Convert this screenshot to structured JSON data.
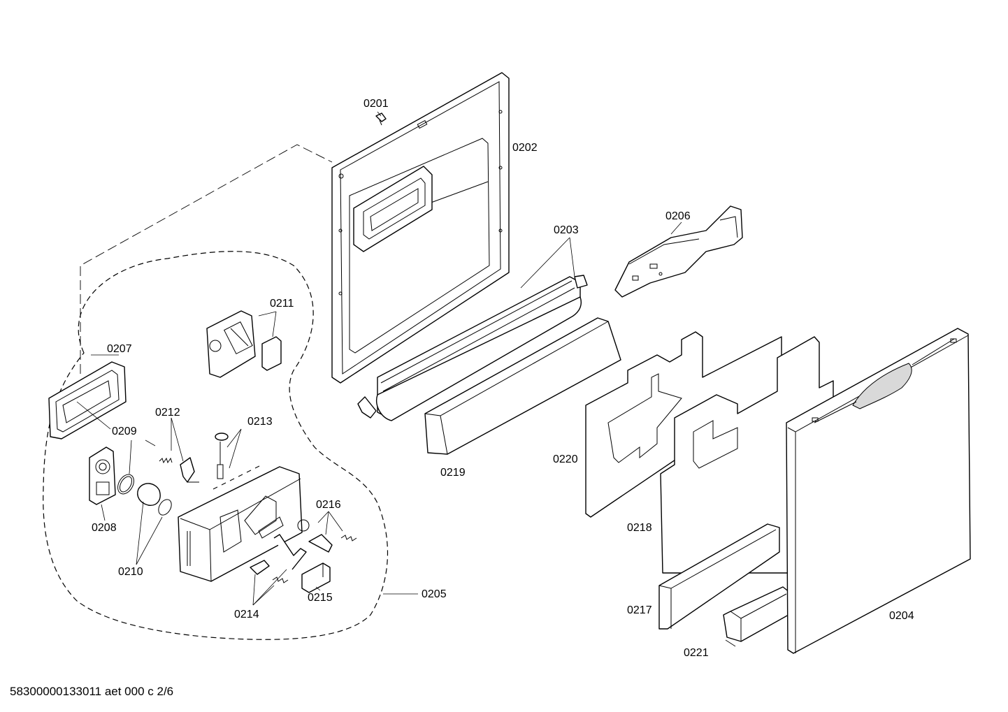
{
  "diagram": {
    "callouts": [
      {
        "id": "0201",
        "label": "0201"
      },
      {
        "id": "0202",
        "label": "0202"
      },
      {
        "id": "0203",
        "label": "0203"
      },
      {
        "id": "0204",
        "label": "0204"
      },
      {
        "id": "0205",
        "label": "0205"
      },
      {
        "id": "0206",
        "label": "0206"
      },
      {
        "id": "0207",
        "label": "0207"
      },
      {
        "id": "0208",
        "label": "0208"
      },
      {
        "id": "0209",
        "label": "0209"
      },
      {
        "id": "0210",
        "label": "0210"
      },
      {
        "id": "0211",
        "label": "0211"
      },
      {
        "id": "0212",
        "label": "0212"
      },
      {
        "id": "0213",
        "label": "0213"
      },
      {
        "id": "0214",
        "label": "0214"
      },
      {
        "id": "0215",
        "label": "0215"
      },
      {
        "id": "0216",
        "label": "0216"
      },
      {
        "id": "0217",
        "label": "0217"
      },
      {
        "id": "0218",
        "label": "0218"
      },
      {
        "id": "0219",
        "label": "0219"
      },
      {
        "id": "0220",
        "label": "0220"
      },
      {
        "id": "0221",
        "label": "0221"
      }
    ]
  },
  "footer": {
    "code": "58300000133011 aet 000 c 2/6"
  }
}
